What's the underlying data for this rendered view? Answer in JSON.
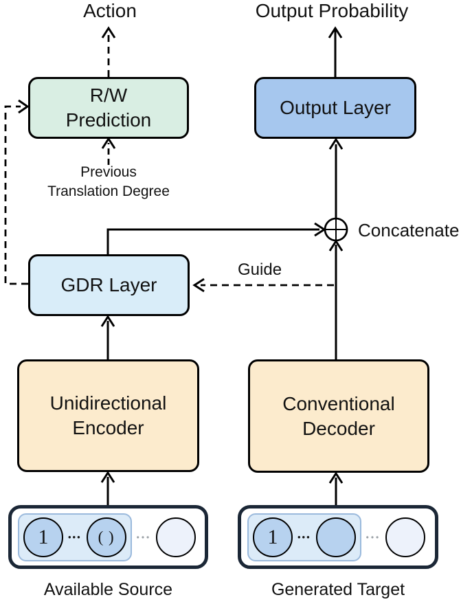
{
  "diagram": {
    "top": {
      "action_label": "Action",
      "output_probability_label": "Output Probability"
    },
    "boxes": {
      "rw_prediction": {
        "line1": "R/W",
        "line2": "Prediction",
        "fill": "#d9eee3"
      },
      "output_layer": {
        "label": "Output Layer",
        "fill": "#a6c7ee"
      },
      "gdr_layer": {
        "label": "GDR Layer",
        "fill": "#d9edf9"
      },
      "unidirectional_encoder": {
        "line1": "Unidirectional",
        "line2": "Encoder",
        "fill": "#fcebcd"
      },
      "conventional_decoder": {
        "line1": "Conventional",
        "line2": "Decoder",
        "fill": "#fcebcd"
      }
    },
    "annotations": {
      "previous_line1": "Previous",
      "previous_line2": "Translation Degree",
      "guide_label": "Guide",
      "concatenate_label": "Concatenate"
    },
    "source": {
      "token1": "1",
      "dots_inner": "•••",
      "token2": "( )",
      "dots_outer": "•••",
      "label": "Available Source"
    },
    "target": {
      "token1": "1",
      "dots_inner": "•••",
      "dots_outer": "•••",
      "label": "Generated Target"
    },
    "colors": {
      "rw_fill": "#d9eee3",
      "output_layer_fill": "#a6c7ee",
      "gdr_fill": "#d9edf9",
      "encoder_decoder_fill": "#fcebcd",
      "token_fill": "#b7d2ef",
      "token_empty_fill": "#edf2fb",
      "highlight_fill": "#dcebf8",
      "highlight_border": "#9ab9dc",
      "container_border": "#1b2736",
      "line_color": "#000000"
    }
  }
}
